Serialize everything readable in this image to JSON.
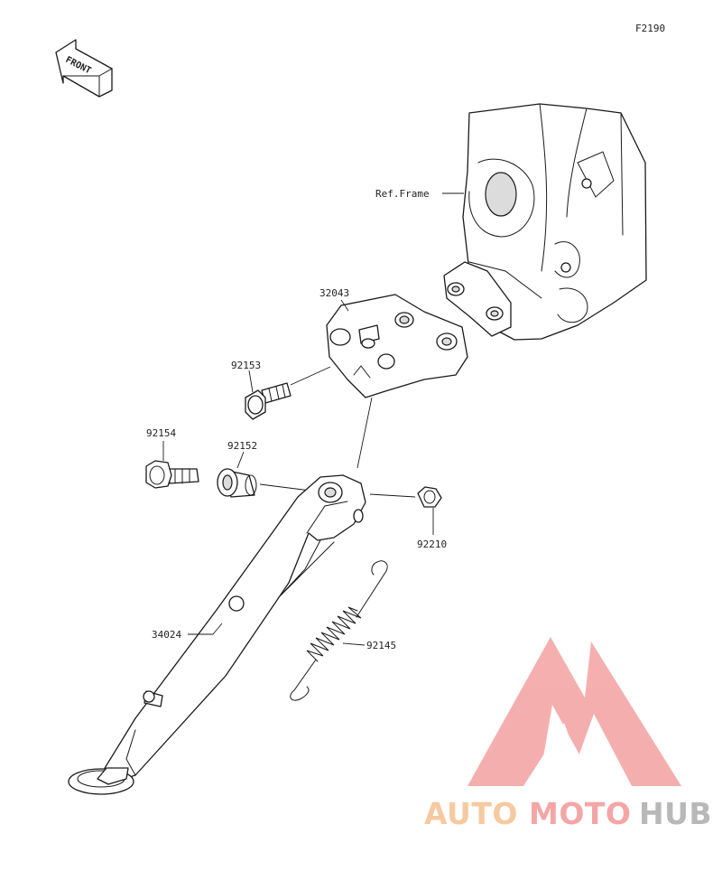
{
  "figure_code": "F2190",
  "front_label": "FRONT",
  "ref_label": "Ref.Frame",
  "parts": [
    {
      "id": "p32043",
      "number": "32043"
    },
    {
      "id": "p92153",
      "number": "92153"
    },
    {
      "id": "p92154",
      "number": "92154"
    },
    {
      "id": "p92152",
      "number": "92152"
    },
    {
      "id": "p92210",
      "number": "92210"
    },
    {
      "id": "p34024",
      "number": "34024"
    },
    {
      "id": "p92145",
      "number": "92145"
    }
  ],
  "watermark": {
    "word_part1": "AUTO",
    "word_part2": "MOTO",
    "word_part3": "HUB",
    "color_auto": "#f7c9a0",
    "color_moto": "#f4a6a6",
    "color_hub": "#b8b8b8",
    "logo_color": "#f4a6a6"
  }
}
